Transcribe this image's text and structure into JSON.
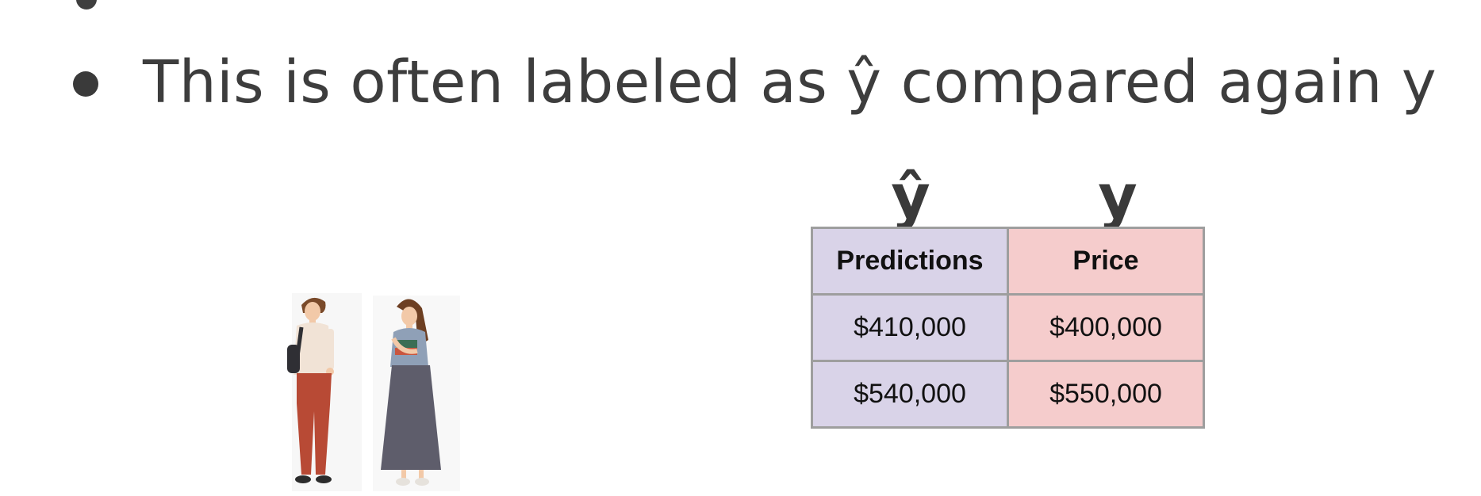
{
  "slide": {
    "bullet": "This is often labeled as ŷ compared again y"
  },
  "table": {
    "label_yhat": "ŷ",
    "label_y": "y",
    "headers": [
      "Predictions",
      "Price"
    ],
    "rows": [
      [
        "$410,000",
        "$400,000"
      ],
      [
        "$540,000",
        "$550,000"
      ]
    ]
  },
  "colors": {
    "predictions_column": "#d9d3e8",
    "price_column": "#f5cccc",
    "grid_line": "#9e9e9e",
    "text": "#3d3d3d"
  },
  "icons": {
    "bullet": "bullet-dot",
    "illustration": "two-people-standing-illustration"
  }
}
